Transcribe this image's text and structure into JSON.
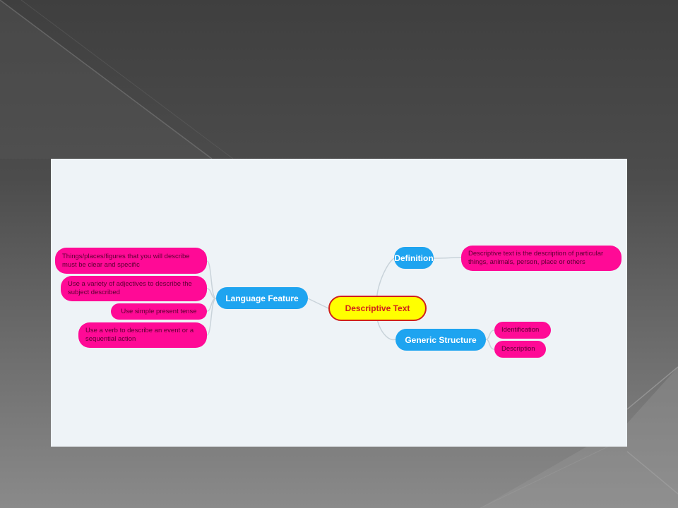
{
  "slide": {
    "colors": {
      "background_dark": "#3f3f3f",
      "background_light": "#8a8a8a",
      "canvas": "#eef3f7"
    }
  },
  "mindmap": {
    "central": {
      "label": "Descriptive Text",
      "fill": "#ffff00",
      "border": "#d0201c",
      "text": "#d0201c"
    },
    "branch_color": "#1ea4f0",
    "leaf_color": "#ff0a96",
    "connector_color": "#c9d3da",
    "right": [
      {
        "label": "Definition",
        "children": [
          "Descriptive text is the description of particular things, animals, person, place or others"
        ]
      },
      {
        "label": "Generic Structure",
        "children": [
          "Identification",
          "Description"
        ]
      }
    ],
    "left": [
      {
        "label": "Language Feature",
        "children": [
          "Things/places/figures that you will describe must be clear and specific",
          "Use a variety of adjectives to describe the subject described",
          "Use simple present tense",
          "Use a verb to describe an event or a sequential action"
        ]
      }
    ]
  }
}
